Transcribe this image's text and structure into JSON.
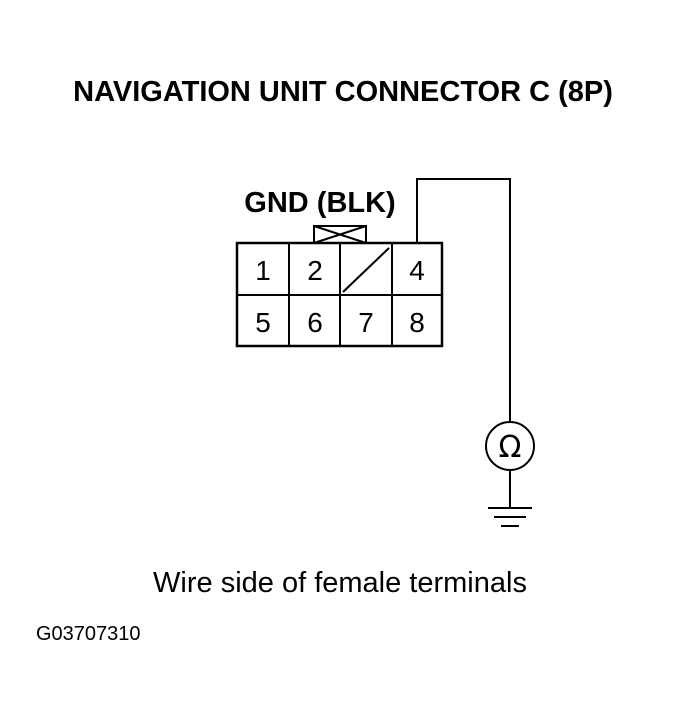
{
  "title": "NAVIGATION UNIT CONNECTOR C (8P)",
  "connector": {
    "label": "GND (BLK)",
    "pins_top": [
      "1",
      "2",
      "",
      "4"
    ],
    "pins_bottom": [
      "5",
      "6",
      "7",
      "8"
    ]
  },
  "meter_symbol": "Ω",
  "caption": "Wire side of female terminals",
  "figure_code": "G03707310"
}
